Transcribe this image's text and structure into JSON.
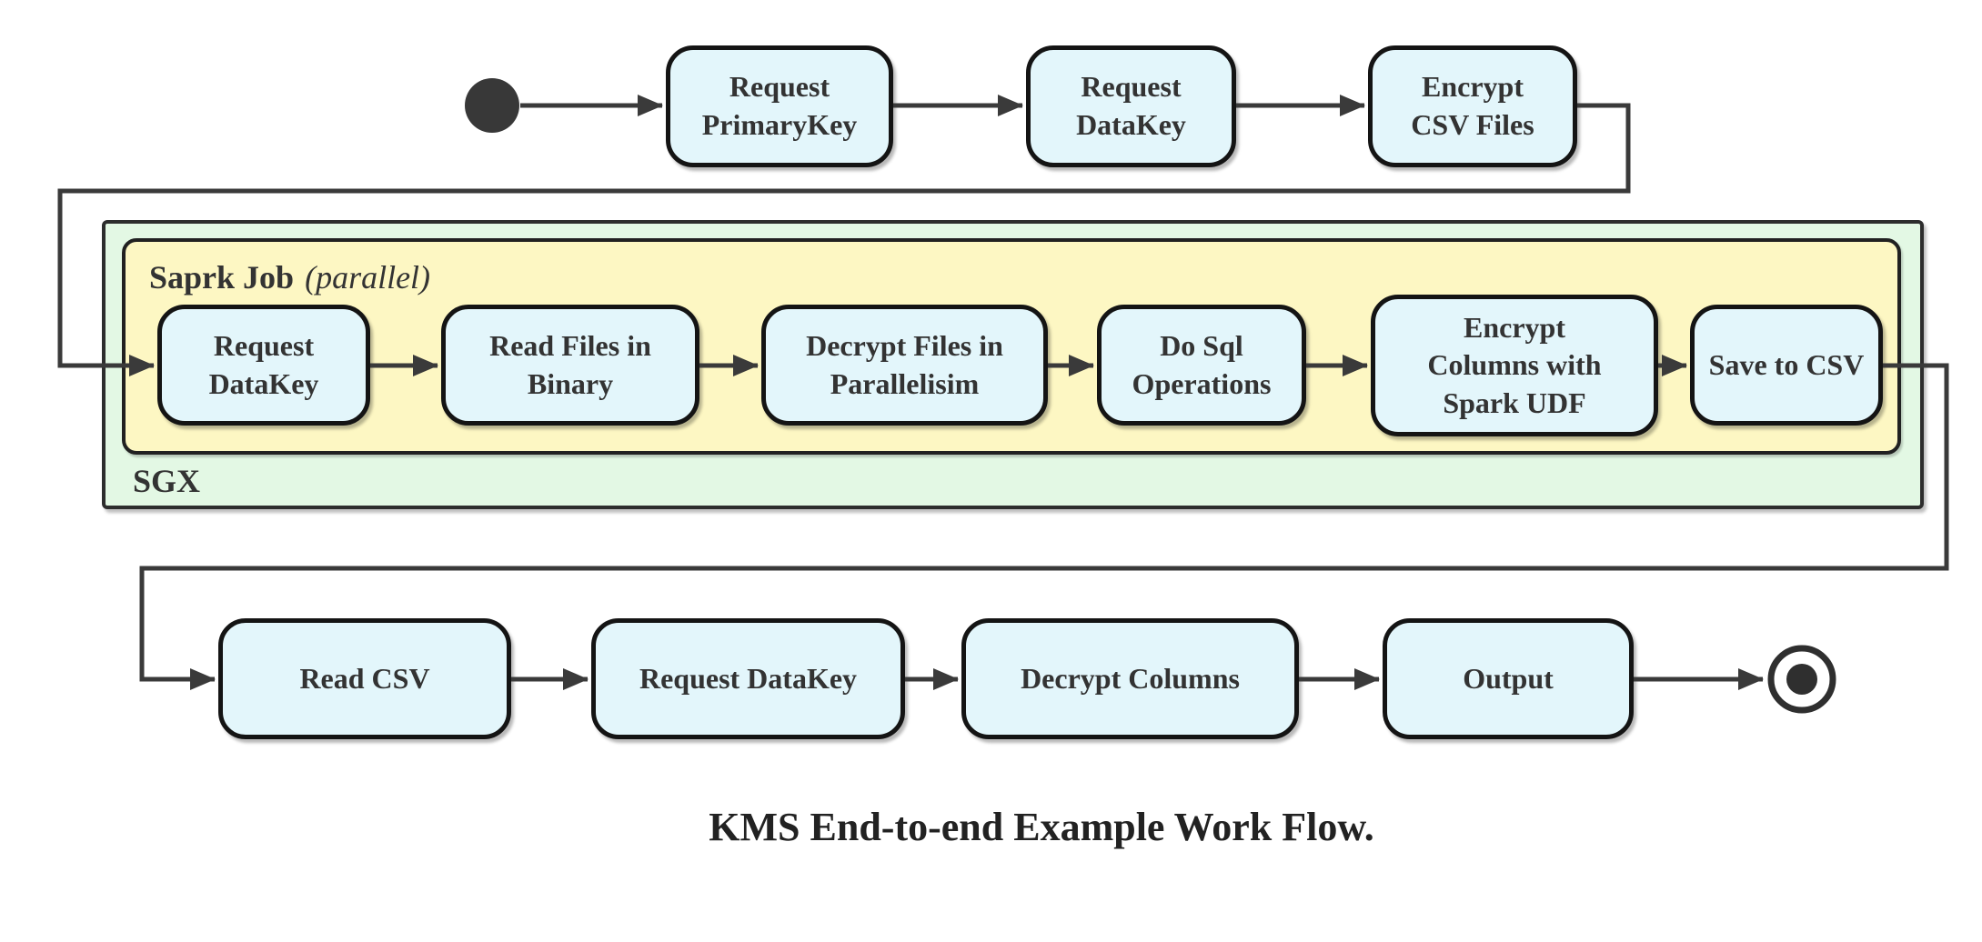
{
  "diagram": {
    "caption": "KMS End-to-end Example Work Flow.",
    "containers": {
      "sgx": {
        "label": "SGX"
      },
      "spark_job": {
        "title": "Saprk Job",
        "qualifier": "(parallel)"
      }
    },
    "nodes": {
      "request_primarykey": {
        "label": "Request\nPrimaryKey"
      },
      "request_datakey_top": {
        "label": "Request\nDataKey"
      },
      "encrypt_csv_files": {
        "label": "Encrypt\nCSV Files"
      },
      "request_datakey_spark": {
        "label": "Request\nDataKey"
      },
      "read_files_in_binary": {
        "label": "Read Files in\nBinary"
      },
      "decrypt_files_in_parallelisim": {
        "label": "Decrypt Files in\nParallelisim"
      },
      "do_sql_operations": {
        "label": "Do Sql\nOperations"
      },
      "encrypt_columns_with_spark_udf": {
        "label": "Encrypt\nColumns with\nSpark UDF"
      },
      "save_to_csv": {
        "label": "Save to CSV"
      },
      "read_csv": {
        "label": "Read CSV"
      },
      "request_datakey_client": {
        "label": "Request DataKey"
      },
      "decrypt_columns": {
        "label": "Decrypt Columns"
      },
      "output": {
        "label": "Output"
      }
    },
    "colors": {
      "node_fill": "#e3f6fb",
      "node_border": "#141414",
      "sgx_fill": "#e3f8e4",
      "spark_fill": "#fdf7c3",
      "container_border": "#2d2d2d",
      "edge": "#3a3a3a",
      "text": "#333333"
    }
  }
}
